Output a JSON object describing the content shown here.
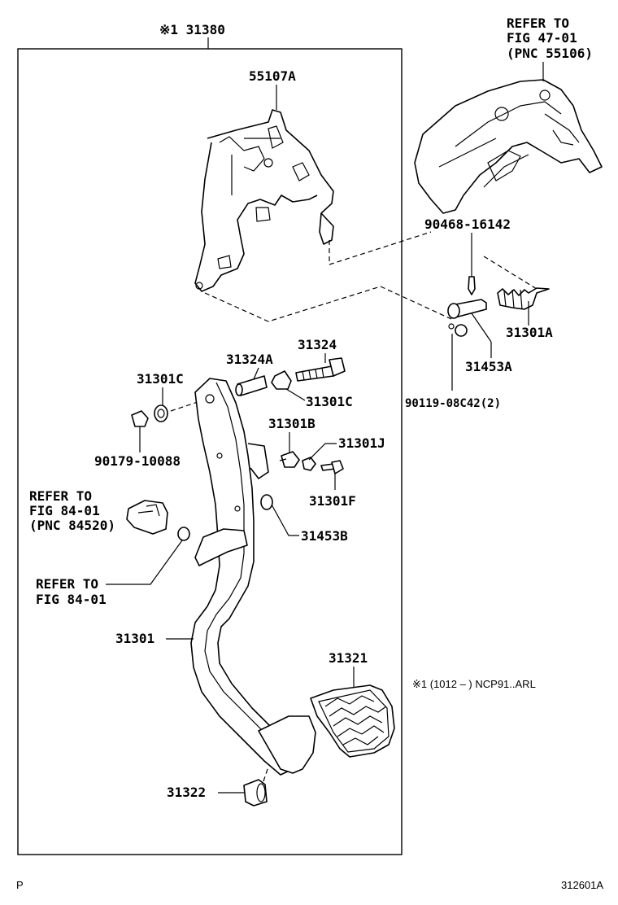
{
  "frame_label": "※1 31380",
  "labels": {
    "p55107a": "55107A",
    "p90468": "90468-16142",
    "p31301a": "31301A",
    "p31453a": "31453A",
    "p90119": "90119-08C42(2)",
    "p31324": "31324",
    "p31324a": "31324A",
    "p31301c_top": "31301C",
    "p31301c_right": "31301C",
    "p90179": "90179-10088",
    "p31301b": "31301B",
    "p31301j": "31301J",
    "p31301f": "31301F",
    "p31453b": "31453B",
    "p31301": "31301",
    "p31321": "31321",
    "p31322": "31322"
  },
  "refer_top": [
    "REFER TO",
    "FIG 47-01",
    "(PNC 55106)"
  ],
  "refer_left": [
    "REFER TO",
    "FIG 84-01",
    "(PNC 84520)"
  ],
  "refer_left2": [
    "REFER TO",
    "FIG 84-01"
  ],
  "note_text": "※1 (1012 –       ) NCP91..ARL",
  "corner_left": "P",
  "corner_right": "312601A"
}
